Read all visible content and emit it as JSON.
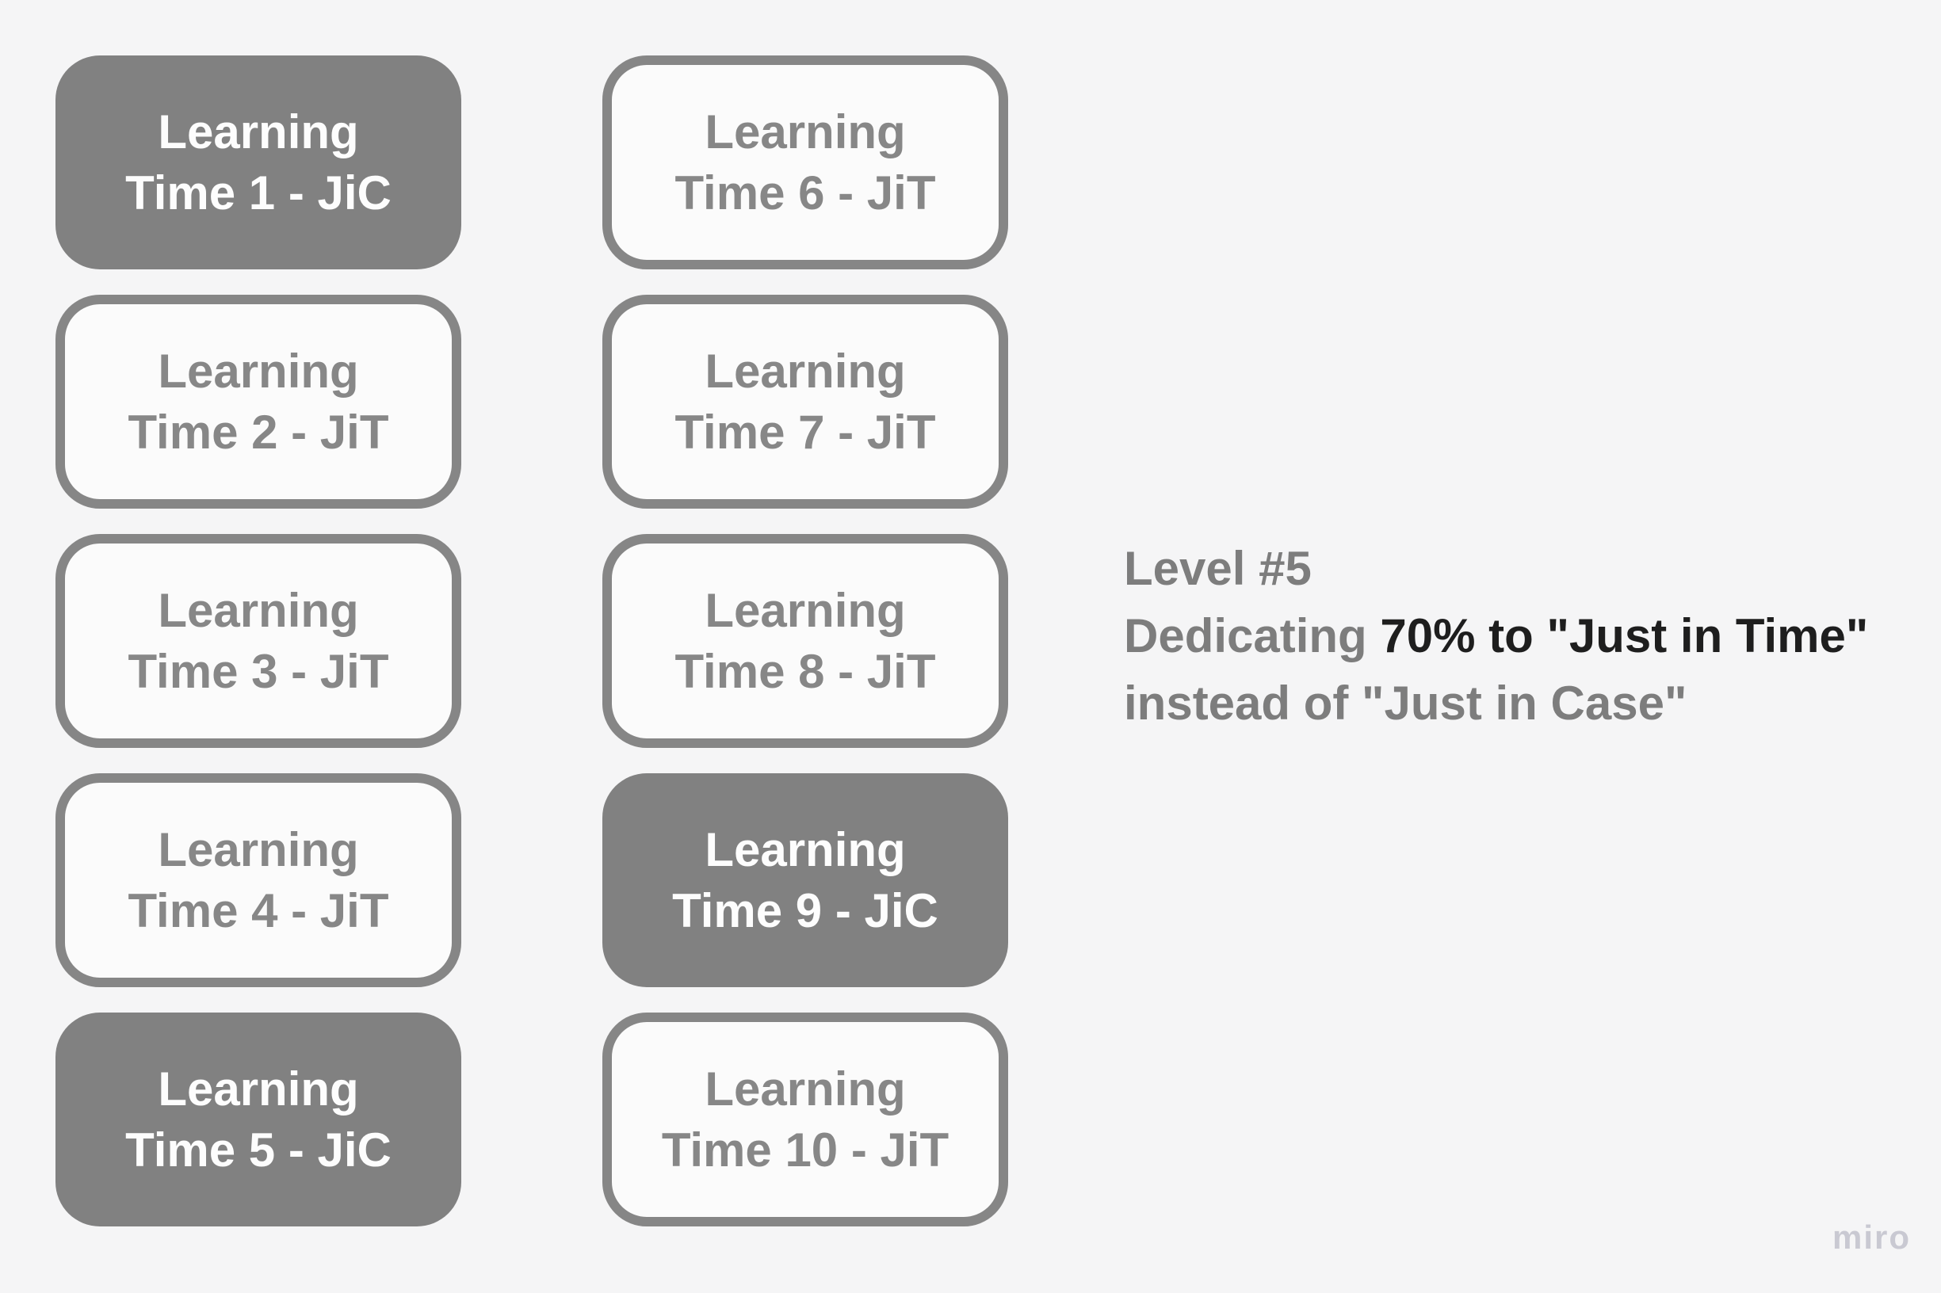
{
  "board": {
    "background": "#f5f5f6"
  },
  "cards": [
    {
      "line1": "Learning",
      "line2": "Time 1 - JiC",
      "style": "filled"
    },
    {
      "line1": "Learning",
      "line2": "Time 2 - JiT",
      "style": "outline"
    },
    {
      "line1": "Learning",
      "line2": "Time 3 - JiT",
      "style": "outline"
    },
    {
      "line1": "Learning",
      "line2": "Time 4 - JiT",
      "style": "outline"
    },
    {
      "line1": "Learning",
      "line2": "Time 5 - JiC",
      "style": "filled"
    },
    {
      "line1": "Learning",
      "line2": "Time 6 - JiT",
      "style": "outline"
    },
    {
      "line1": "Learning",
      "line2": "Time 7 - JiT",
      "style": "outline"
    },
    {
      "line1": "Learning",
      "line2": "Time 8 - JiT",
      "style": "outline"
    },
    {
      "line1": "Learning",
      "line2": "Time 9 - JiC",
      "style": "filled"
    },
    {
      "line1": "Learning",
      "line2": "Time 10 - JiT",
      "style": "outline"
    }
  ],
  "caption": {
    "line1": "Level #5",
    "line2_gray": "Dedicating ",
    "line2_emphasis": "70% to \"Just in Time\"",
    "line3": "instead of \"Just in Case\""
  },
  "watermark": "miro",
  "colors": {
    "filled_card": "#818181",
    "card_border": "#868686",
    "card_text_gray": "#878787",
    "card_text_white": "#fdfdfd",
    "caption_gray": "#7d7d7d",
    "caption_emphasis": "#1e1e1e",
    "watermark": "#c9c9d2"
  }
}
